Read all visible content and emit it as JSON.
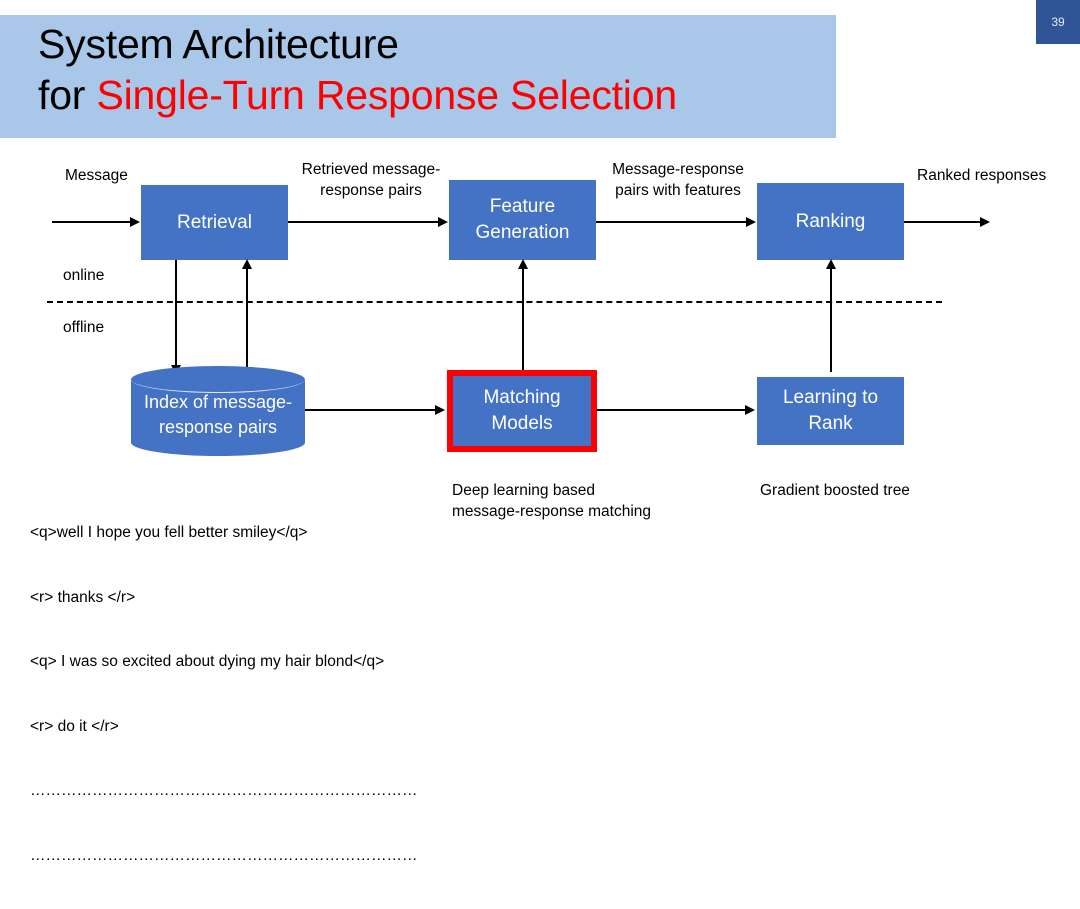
{
  "slide": {
    "number": "39",
    "title": {
      "line1": "System Architecture",
      "line2_prefix": "for ",
      "line2_highlight": "Single-Turn Response Selection"
    },
    "colors": {
      "title_band": "#A9C7E8",
      "box_fill": "#4472C4",
      "highlight_border": "#FF0000",
      "title_highlight_text": "#FF0000",
      "slide_number_bg": "#2F5597"
    }
  },
  "diagram": {
    "boxes": [
      {
        "id": "retrieval",
        "label": "Retrieval"
      },
      {
        "id": "feature-generation",
        "label": "Feature\nGeneration"
      },
      {
        "id": "ranking",
        "label": "Ranking"
      },
      {
        "id": "matching-models",
        "label": "Matching\nModels"
      },
      {
        "id": "learning-to-rank",
        "label": "Learning to\nRank"
      }
    ],
    "box_labels": {
      "retrieval": "Retrieval",
      "feature_generation_line1": "Feature",
      "feature_generation_line2": "Generation",
      "ranking": "Ranking",
      "matching_models_line1": "Matching",
      "matching_models_line2": "Models",
      "learning_to_rank_line1": "Learning to",
      "learning_to_rank_line2": "Rank"
    },
    "cylinder": {
      "line1": "Index of message-",
      "line2": "response pairs"
    },
    "flow_labels": {
      "input": "Message",
      "retrieved_line1": "Retrieved message-",
      "retrieved_line2": "response pairs",
      "features_line1": "Message-response",
      "features_line2": "pairs with features",
      "output": "Ranked responses"
    },
    "phase_labels": {
      "online": "online",
      "offline": "offline"
    },
    "captions": {
      "matching_models_line1": "Deep learning based",
      "matching_models_line2": "message-response matching",
      "learning_to_rank": "Gradient boosted tree"
    }
  },
  "transcript": {
    "lines": [
      "<q>well I hope you fell better smiley</q>",
      "<r> thanks </r>",
      "<q> I was so excited about dying my hair blond</q>",
      "<r> do it </r>",
      "…………………………………………………………………",
      "…………………………………………………………………"
    ]
  }
}
